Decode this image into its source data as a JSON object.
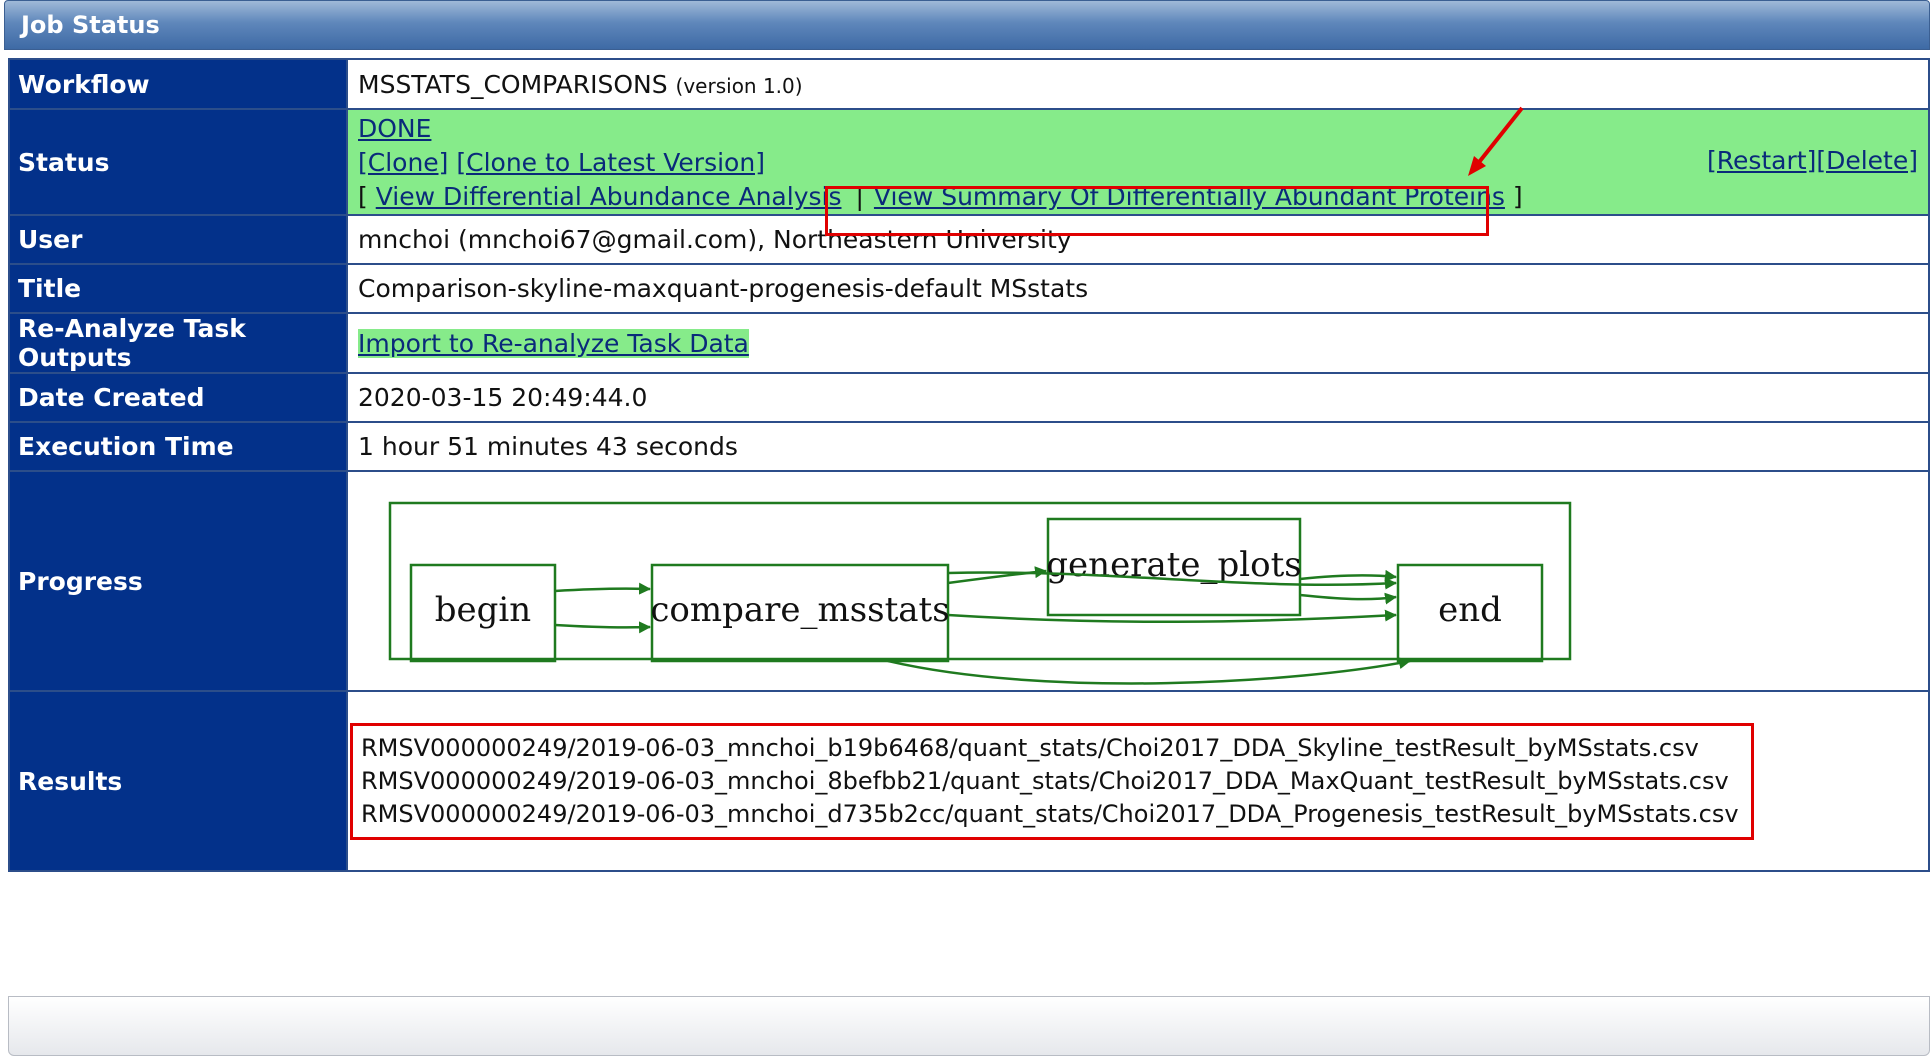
{
  "header": {
    "title": "Job Status"
  },
  "rows": {
    "workflow": {
      "label": "Workflow",
      "value": "MSSTATS_COMPARISONS",
      "version": "(version 1.0)"
    },
    "status": {
      "label": "Status",
      "state": "DONE",
      "clone": "[Clone]",
      "clone_latest": "[Clone to Latest Version]",
      "bracket_open": "[",
      "view_diff": "View Differential Abundance Analysis",
      "separator": "|",
      "view_summary": "View Summary Of Differentially Abundant Proteins",
      "bracket_close": "]",
      "restart": "[Restart]",
      "delete": "[Delete]"
    },
    "user": {
      "label": "User",
      "value": "mnchoi (mnchoi67@gmail.com), Northeastern University"
    },
    "title": {
      "label": "Title",
      "value": "Comparison-skyline-maxquant-progenesis-default MSstats"
    },
    "reanalyze": {
      "label": "Re-Analyze Task Outputs",
      "link": "Import to Re-analyze Task Data"
    },
    "date_created": {
      "label": "Date Created",
      "value": "2020-03-15 20:49:44.0"
    },
    "execution_time": {
      "label": "Execution Time",
      "value": "1 hour 51 minutes 43 seconds"
    },
    "progress": {
      "label": "Progress",
      "nodes": {
        "begin": "begin",
        "compare": "compare_msstats",
        "plots": "generate_plots",
        "end": "end"
      }
    },
    "results": {
      "label": "Results",
      "files": [
        "RMSV000000249/2019-06-03_mnchoi_b19b6468/quant_stats/Choi2017_DDA_Skyline_testResult_byMSstats.csv",
        "RMSV000000249/2019-06-03_mnchoi_8befbb21/quant_stats/Choi2017_DDA_MaxQuant_testResult_byMSstats.csv",
        "RMSV000000249/2019-06-03_mnchoi_d735b2cc/quant_stats/Choi2017_DDA_Progenesis_testResult_byMSstats.csv"
      ]
    }
  },
  "colors": {
    "label_bg": "#03318a",
    "status_bg": "#86eb8a",
    "graph_green": "#1f7a1f",
    "highlight_red": "#e00000"
  }
}
